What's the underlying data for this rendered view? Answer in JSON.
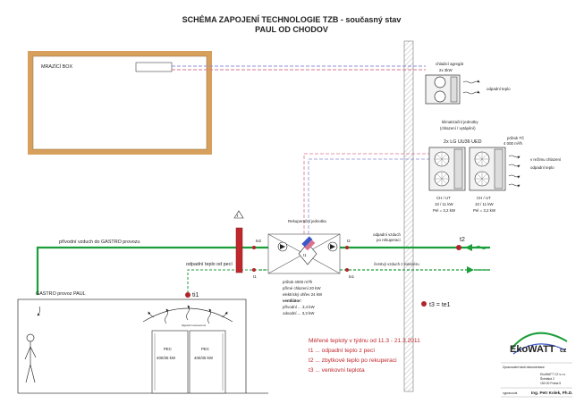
{
  "title": {
    "line1": "SCHÉMA ZAPOJENÍ TECHNOLOGIE TZB - současný stav",
    "line2": "PAUL OD CHODOV"
  },
  "freezer": {
    "label": "MRAZÍCÍ BOX"
  },
  "chiller": {
    "label1": "chladicí agregát",
    "label2": "2x 3kW",
    "waste": "odpadní teplo"
  },
  "ac_units": {
    "label1": "klimatizační jednotky",
    "label2": "(chlazení / vytápění)",
    "model": "2x LG UU36 UED",
    "flow_label1": "průtok TČ",
    "flow_label2": "4 000 m³/h",
    "mode1": "v režimu chlazení",
    "mode2": "odpadní teplo",
    "unit_a": {
      "line1": "CH / UT",
      "line2": "10 / 11 kW",
      "line3": "Pel = 3,2 kW"
    },
    "unit_b": {
      "line1": "CH / UT",
      "line2": "10 / 11 kW",
      "line3": "Pel = 3,2 kW"
    }
  },
  "recovery": {
    "label": "Rekuperační jednotka",
    "spec": [
      "průtok 4000 m³/h",
      "přímé chlazení 20 kW",
      "elektrický ohřev 24 kW",
      "ventilátor:",
      "přívodní ... 3,4 kW",
      "odvodní ... 3,3 kW"
    ]
  },
  "air": {
    "supply_gastro": "přívodní vzduch do GASTRO provozu",
    "waste_heat": "odpadní teplo od pecí",
    "exhaust": "odpadní vzduch",
    "exhaust2": "po rekuperaci",
    "fresh": "čerstvý vzduch z exteriéru"
  },
  "sensors": {
    "te2": "te2",
    "ti1": "ti1",
    "te1": "te1",
    "t2": "t2",
    "t1": "t1",
    "t1b": "t1",
    "t1_big": "t1",
    "t3_eq": "t3 = te1"
  },
  "gastro": {
    "label": "GASTRO provoz PAUL",
    "hood": "digestoř nad pecemi"
  },
  "ovens": [
    {
      "name": "PEC",
      "power": "400/35 kW"
    },
    {
      "name": "PEC",
      "power": "400/35 kW"
    }
  ],
  "legend": {
    "heading": "Měřené teploty v týdnu od 11.3 - 21.3.2011",
    "items": [
      "t1 ... odpadní teplo z pecí",
      "t2 ... zbytkové teplo po rekuperaci",
      "t3 ... venkovní teplota"
    ]
  },
  "company": {
    "logo": "EkoWATT",
    "logo_suffix": "cz",
    "label": "Zpracovatel části dokumentace",
    "name": "EkoWATT CZ s.r.o.",
    "street": "Švédská 2",
    "city": "150 00 Praha 5",
    "author_label": "vypracoval",
    "author": "Ing. Petr Kolek, Ph.D."
  },
  "colors": {
    "supply_green": "#1b9e3a",
    "fresh_green": "#2ea04a",
    "duct_blue": "#3b56c9",
    "duct_pink": "#d9738f",
    "sensor_red": "#b3232b",
    "wall_orange": "#d7a05c"
  }
}
